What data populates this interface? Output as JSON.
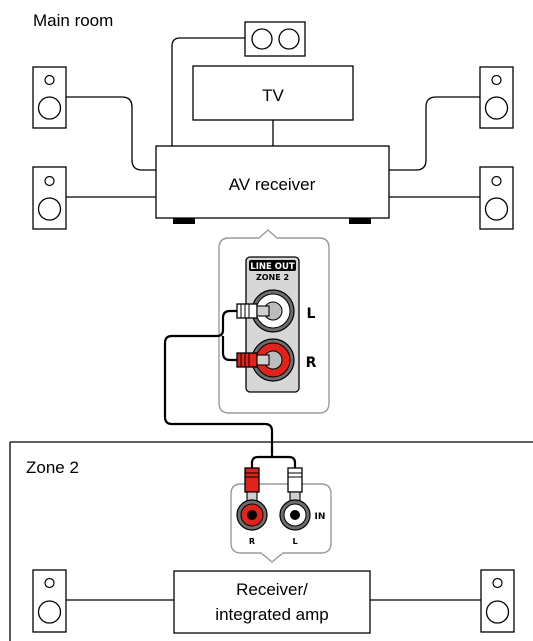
{
  "main_room": {
    "title": "Main room",
    "tv_label": "TV",
    "receiver_label": "AV receiver"
  },
  "line_out_panel": {
    "header": "LINE OUT",
    "zone": "ZONE 2",
    "left_label": "L",
    "right_label": "R"
  },
  "zone2": {
    "title": "Zone 2",
    "input_label": "IN",
    "right_jack_label": "R",
    "left_jack_label": "L",
    "amp_label_line1": "Receiver/",
    "amp_label_line2": "integrated amp"
  },
  "colors": {
    "red_jack": "#e0231b",
    "white_jack": "#ffffff",
    "panel_gray": "#d7d7d7",
    "frame_gray": "#9a9a9a"
  }
}
